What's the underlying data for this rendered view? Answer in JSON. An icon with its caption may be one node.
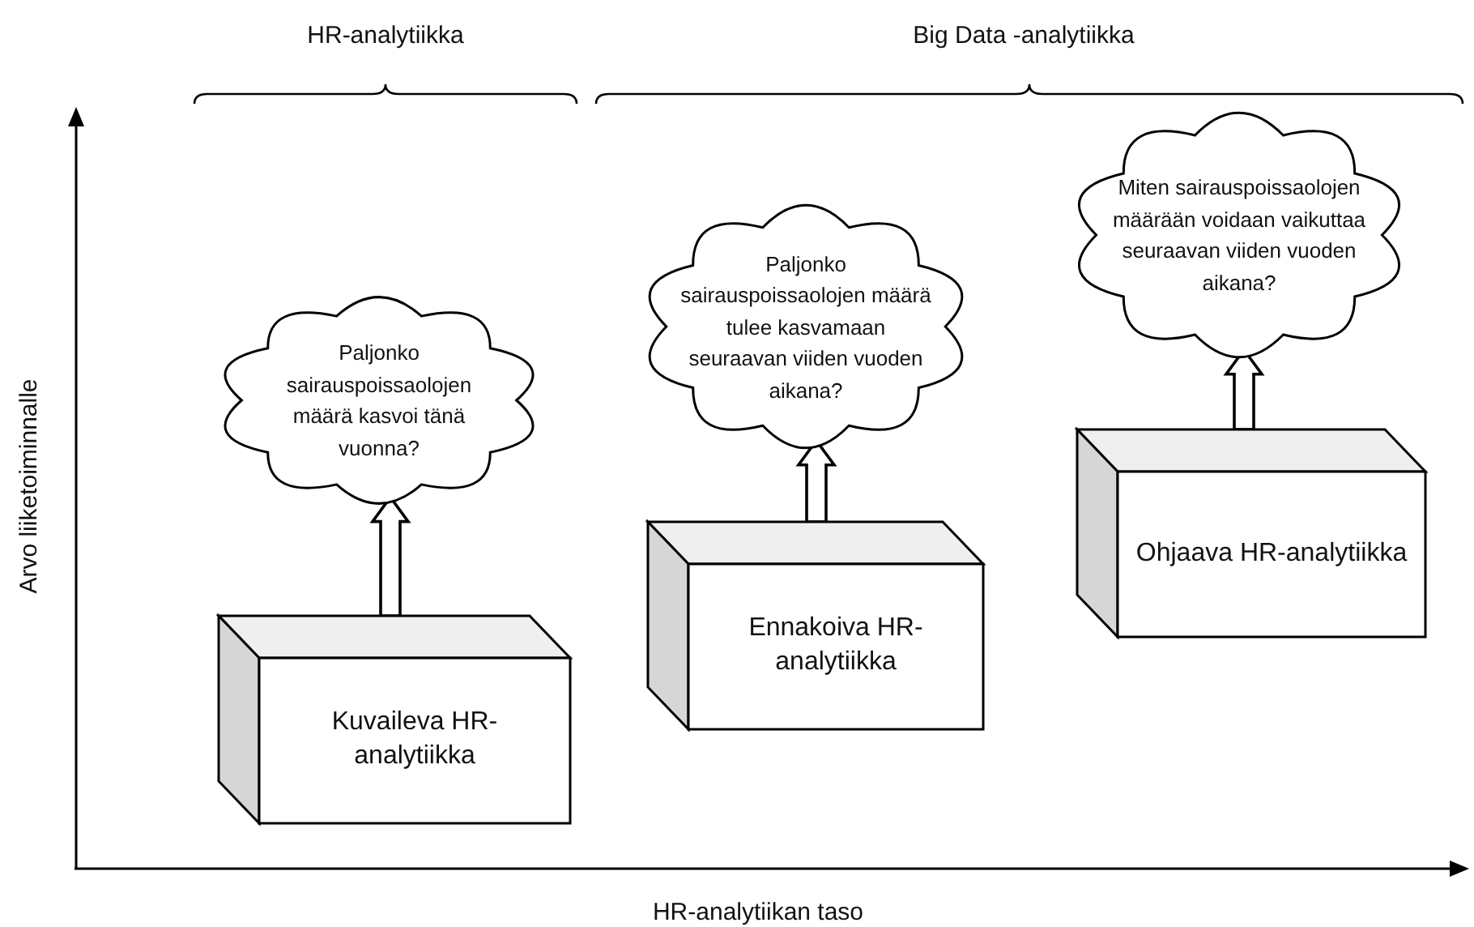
{
  "diagram": {
    "nodes": [
      {
        "text": [
          "Paljonko sairauspoissaolojen määrä kasvoi tänä vuonna?"
        ]
      },
      {
        "text": [
          "Kuvaileva HR-analytiikka"
        ]
      },
      {
        "text": [
          "Paljonko sairauspoissaolojen määrä tulee kasvamaan seuraavan viiden vuoden aikana?"
        ]
      },
      {
        "text": [
          "Ennakoiva HR-analytiikka"
        ]
      },
      {
        "text": [
          "Miten sairauspoissaolojen määrään voidaan vaikuttaa seuraavan viiden vuoden aikana?"
        ]
      },
      {
        "text": [
          "Ohjaava HR-analytiikka"
        ]
      }
    ],
    "edges": [
      {
        "from": 1,
        "to": 0,
        "arrow": "to"
      },
      {
        "from": 3,
        "to": 2,
        "arrow": "to"
      },
      {
        "from": 5,
        "to": 4,
        "arrow": "to"
      }
    ],
    "labels": [
      "HR-analytiikka",
      "Big Data -analytiikka",
      "Arvo liiketoiminnalle",
      "HR-analytiikan taso"
    ]
  }
}
